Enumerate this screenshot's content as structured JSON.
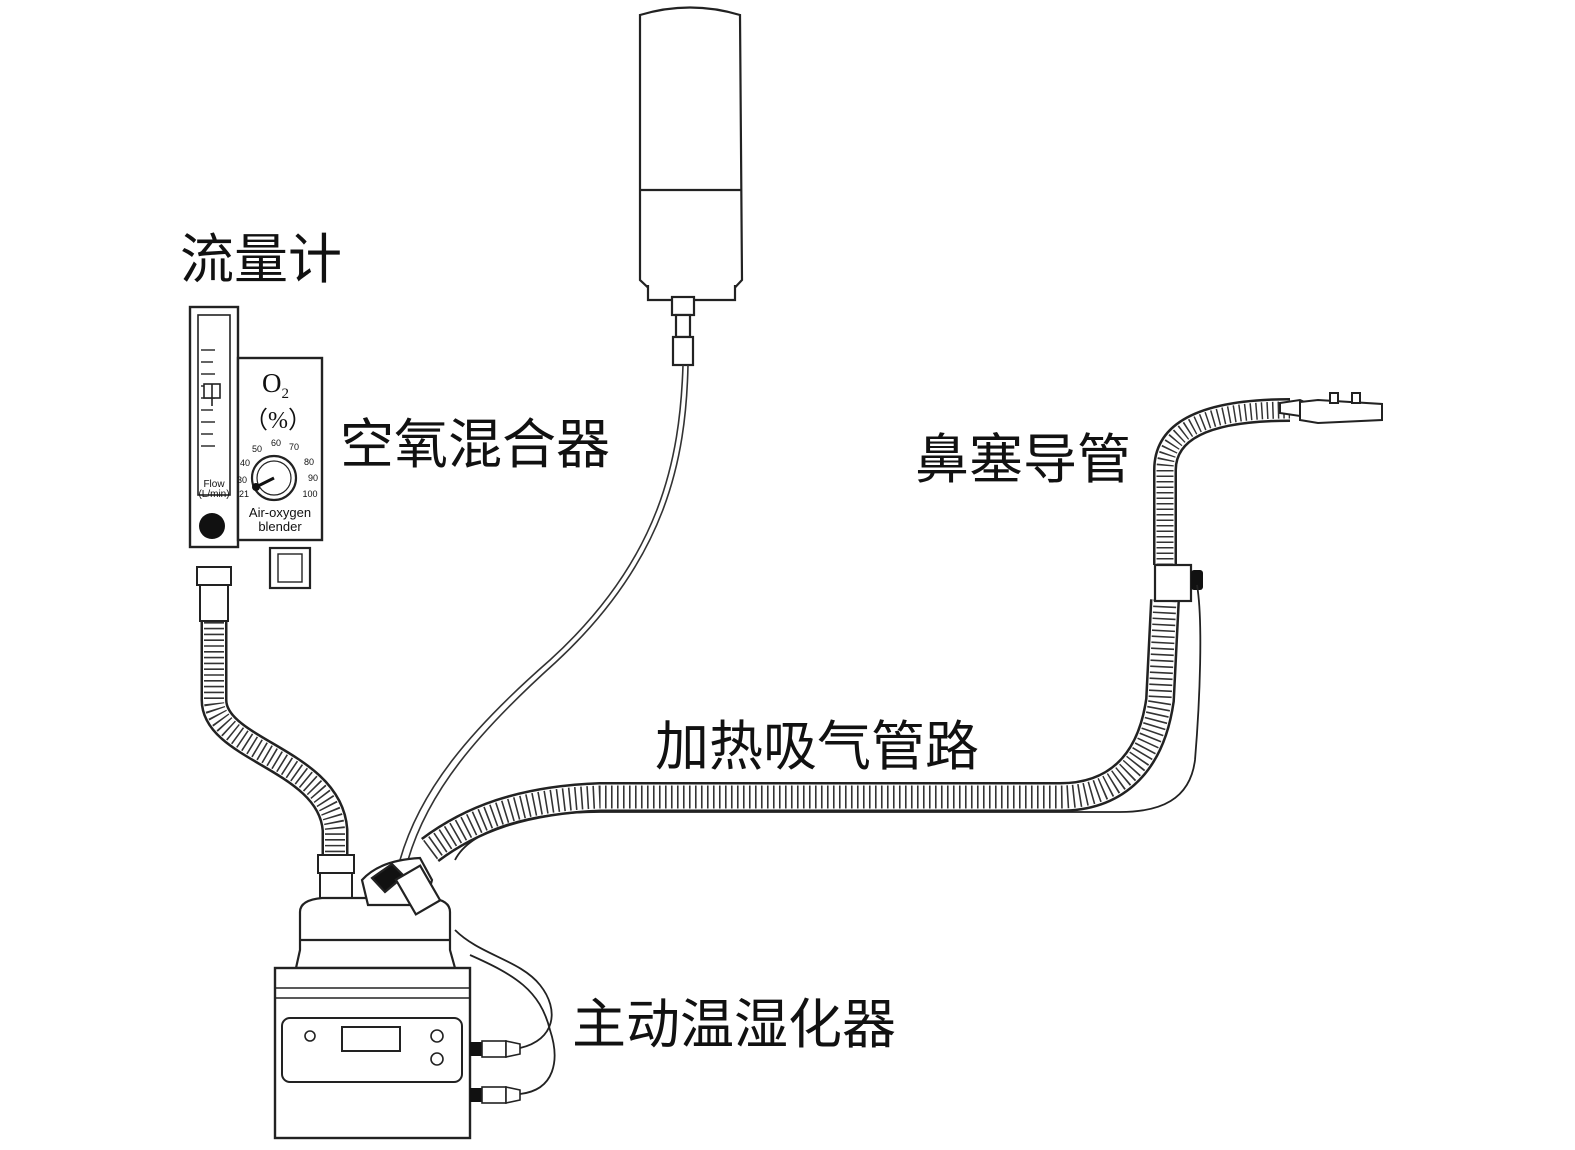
{
  "labels": {
    "flowmeter": "流量计",
    "blender": "空氧混合器",
    "nasal_cannula": "鼻塞导管",
    "heated_circuit": "加热吸气管路",
    "humidifier": "主动温湿化器"
  },
  "blender_panel": {
    "o2_symbol": "O",
    "o2_subscript": "2",
    "percent": "（%）",
    "dial_marks": [
      "21",
      "30",
      "40",
      "50",
      "60",
      "70",
      "80",
      "90",
      "100"
    ],
    "caption_line1": "Air-oxygen",
    "caption_line2": "blender"
  },
  "flowmeter_panel": {
    "flow_label_line1": "Flow",
    "flow_label_line2": "(L/min)"
  }
}
